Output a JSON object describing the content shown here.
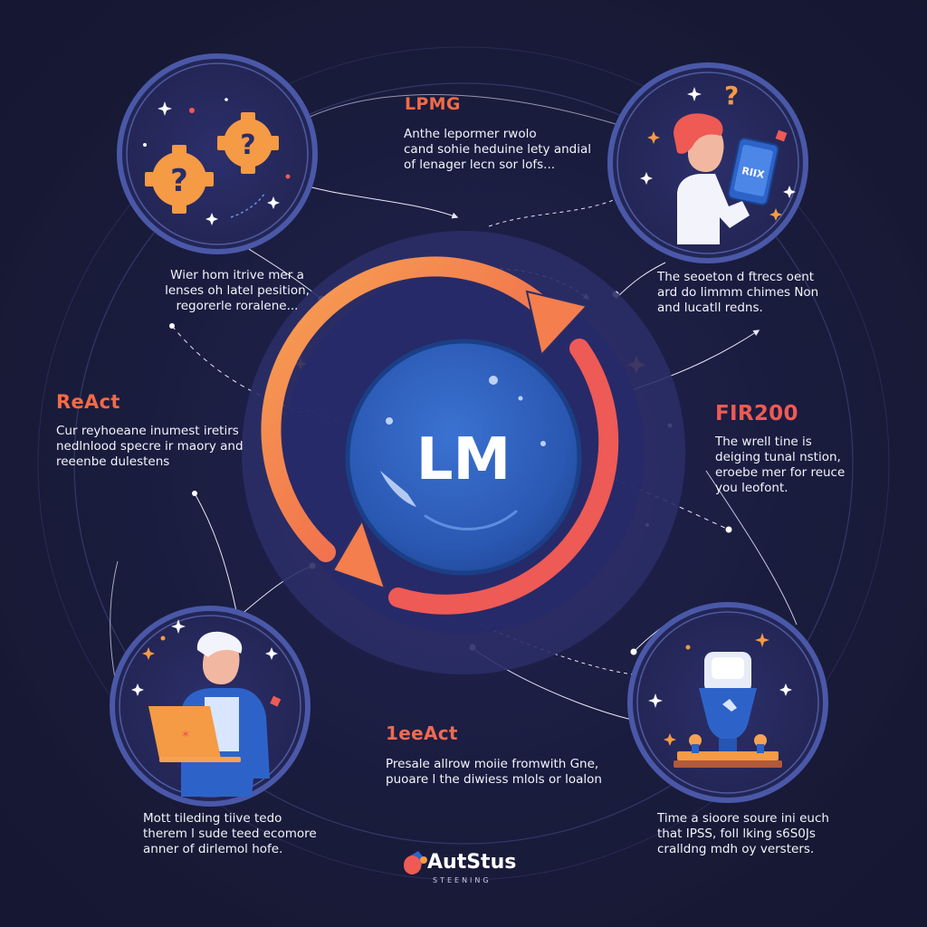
{
  "center": {
    "label": "LM"
  },
  "nodes": {
    "top_center": {
      "heading": "LPMG",
      "body": "Anthe lepormer rwolo\nсand sohie heduine lety andial\nof lenager lecn sor lofs..."
    },
    "upper_left": {
      "body": "Wier hom itrive mer a\nlenses oh latel pesition,\nregorerle roralene..."
    },
    "upper_right": {
      "body": "The seoeton d ftrecs oent\nard do limmm chimes Non\nand lucatll redns."
    },
    "mid_left": {
      "heading": "ReAct",
      "body": "Cur reyhoeane inumest iretirs\nnedlnlood specre ir maory and\nreeenbe dulestens"
    },
    "mid_right": {
      "heading": "FIR200",
      "body": "The wrell tine is\ndeiging tunal nstion,\neroebe mer for reuce\nyou leofont."
    },
    "bottom_center": {
      "heading": "1eeAct",
      "body": "Presale allrow moiie fromwith Gne,\npuoare l the diwiess mlols or loalon"
    },
    "bottom_left": {
      "body": "Mott tileding tiive tedo\ntherem l sude teed ecomore\nanner of dirlemol hofe."
    },
    "bottom_right": {
      "body": "Time a sioore soure ini euch\nthat IPSS, foll lking s6S0Js\ncralldng mdh oy versters."
    }
  },
  "icons": {
    "upper_left": "puzzle-gears-question-icon",
    "upper_right": "person-with-tablet-icon",
    "tablet_text": "RIIX",
    "bottom_left": "person-with-laptop-icon",
    "bottom_right": "robot-lab-icon"
  },
  "brand": {
    "name": "AutStus",
    "tagline": "STEENING"
  },
  "colors": {
    "background": "#181a35",
    "ring": "#3c3f86",
    "accent_orange": "#f4934f",
    "accent_red": "#ef5a54",
    "core_blue": "#2f5bb8",
    "heading_orange": "#f26a46",
    "heading_red": "#ef5a54"
  }
}
